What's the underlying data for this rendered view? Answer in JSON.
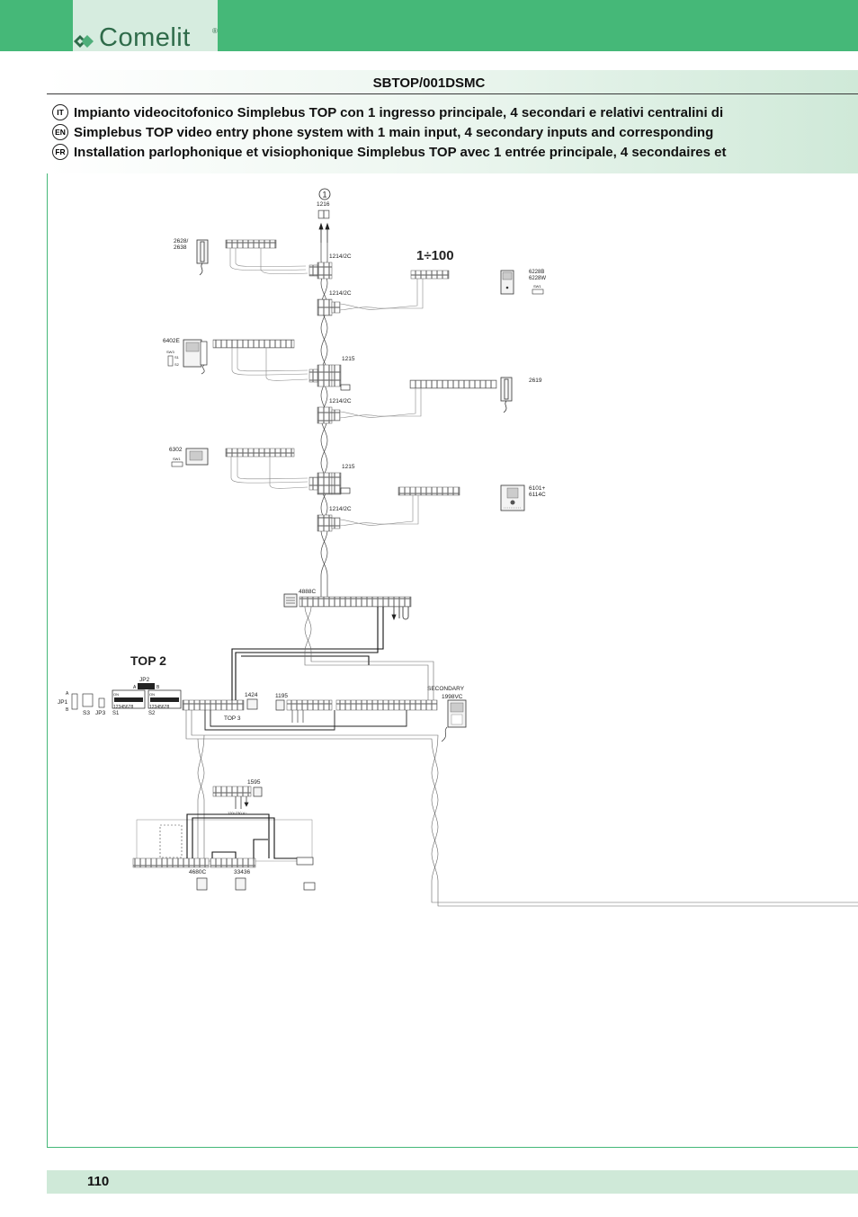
{
  "brand": {
    "name": "Comelit",
    "trademark": "®",
    "color_primary": "#45b878",
    "color_light": "#cfe9d8"
  },
  "header": {
    "model": "SBTOP/001DSMC",
    "lines": [
      {
        "code": "IT",
        "text": "Impianto videocitofonico Simplebus TOP con 1 ingresso principale, 4 secondari e relativi centralini di"
      },
      {
        "code": "EN",
        "text": "Simplebus TOP video entry phone system with 1 main input, 4 secondary inputs and corresponding"
      },
      {
        "code": "FR",
        "text": "Installation parlophonique et visiophonique Simplebus TOP avec 1 entrée principale, 4 secondaires et"
      }
    ]
  },
  "diagram": {
    "circle_marker": "1",
    "range_label": "1÷100",
    "top2_label": "TOP 2",
    "labels": {
      "l1216": "1216",
      "l1214_a": "1214/2C",
      "l1214_b": "1214/2C",
      "l1215_a": "1215",
      "l1214_c": "1214/2C",
      "l1215_b": "1215",
      "l1214_d": "1214/2C",
      "l2628": "2628/",
      "l2638": "2638",
      "l6228b": "6228B",
      "l6228w": "6228W",
      "lsw1_a": "SW1",
      "l6402e": "6402E",
      "lsw3": "SW3",
      "ls1": "S1",
      "ls2": "S2",
      "l2619": "2619",
      "l6302": "6302",
      "lsw1_b": "SW1",
      "l6101": "6101+",
      "l6114c": "6114C",
      "l4888c": "4888C",
      "ljp2": "JP2",
      "la_jp2": "A",
      "lb_jp2": "B",
      "la_left": "A",
      "lb_left": "B",
      "ljp1": "JP1",
      "ls3": "S3",
      "ljp3": "JP3",
      "ls1b": "S1",
      "ls2b": "S2",
      "ldip1": "12345678",
      "ldip2": "12345678",
      "lon1": "ON",
      "lon2": "ON",
      "l1424": "1424",
      "ltop3": "TOP 3",
      "l1195": "1195",
      "lsecondary": "SECONDARY",
      "l1998vc": "1998VC",
      "l1595": "1595",
      "lmains": "120÷230 V~",
      "l4680c": "4680C",
      "l33436": "33436"
    }
  },
  "footer": {
    "page_number": "110"
  }
}
